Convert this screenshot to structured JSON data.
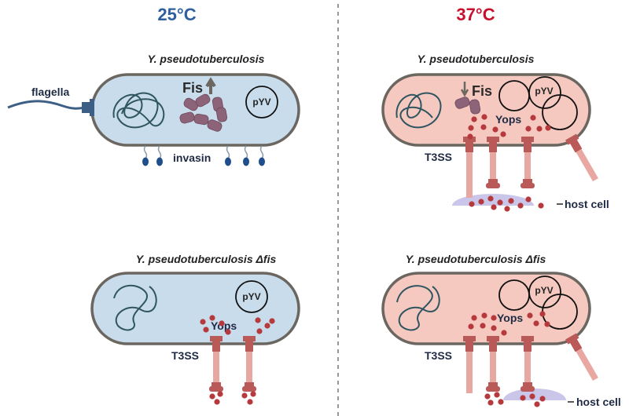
{
  "headers": {
    "left": "25°C",
    "right": "37°C"
  },
  "colors": {
    "left_header": "#2f5f9e",
    "right_header": "#c8102e",
    "cell_25": "#c9dcec",
    "cell_37": "#f6c9c0",
    "yop": "#b6393d",
    "fis": "#8c6378"
  },
  "panels": {
    "tl": {
      "title": "Y. pseudotuberculosis",
      "flagella": "flagella",
      "fis": "Fis",
      "pyv": "pYV",
      "invasin": "invasin"
    },
    "tr": {
      "title": "Y. pseudotuberculosis",
      "fis": "Fis",
      "pyv": "pYV",
      "yops": "Yops",
      "t3ss": "T3SS",
      "host": "host cell"
    },
    "bl": {
      "title": "Y. pseudotuberculosis Δ",
      "title_gene": "fis",
      "pyv": "pYV",
      "yops": "Yops",
      "t3ss": "T3SS"
    },
    "br": {
      "title": "Y. pseudotuberculosis Δ",
      "title_gene": "fis",
      "pyv": "pYV",
      "yops": "Yops",
      "t3ss": "T3SS",
      "host": "host cell"
    }
  }
}
